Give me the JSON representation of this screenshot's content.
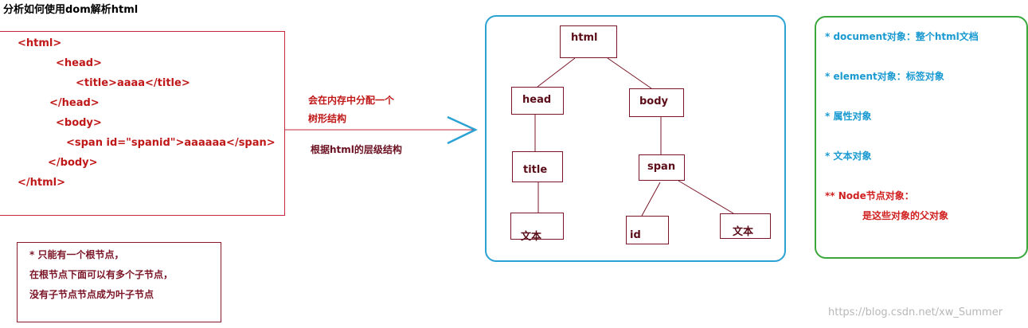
{
  "title": "分析如何使用dom解析html",
  "code_lines": [
    "<html>",
    "<head>",
    "<title>aaaa</title>",
    "</head>",
    "<body>",
    "<span id=\"spanid\">aaaaaa</span>",
    "</body>",
    "</html>"
  ],
  "arrow_labels": {
    "line1": "会在内存中分配一个",
    "line2": "树形结构",
    "line3": "根据html的层级结构"
  },
  "note_lines": [
    "* 只能有一个根节点，",
    "在根节点下面可以有多个子节点，",
    "没有子节点节点成为叶子节点"
  ],
  "tree": {
    "html": "html",
    "head": "head",
    "body": "body",
    "title": "title",
    "span": "span",
    "text_left": "文本",
    "id": "id",
    "text_right": "文本"
  },
  "object_types": [
    "* document对象：整个html文档",
    "* element对象：标签对象",
    "* 属性对象",
    "* 文本对象",
    "** Node节点对象：",
    "是这些对象的父对象"
  ],
  "watermark": "https://blog.csdn.net/xw_Summer",
  "colors": {
    "code_red": "#c01818",
    "tree_border": "#2aa2d4",
    "types_border": "#3aa83a",
    "node_border": "#7a1426",
    "arrow": "#2aa2d4"
  }
}
